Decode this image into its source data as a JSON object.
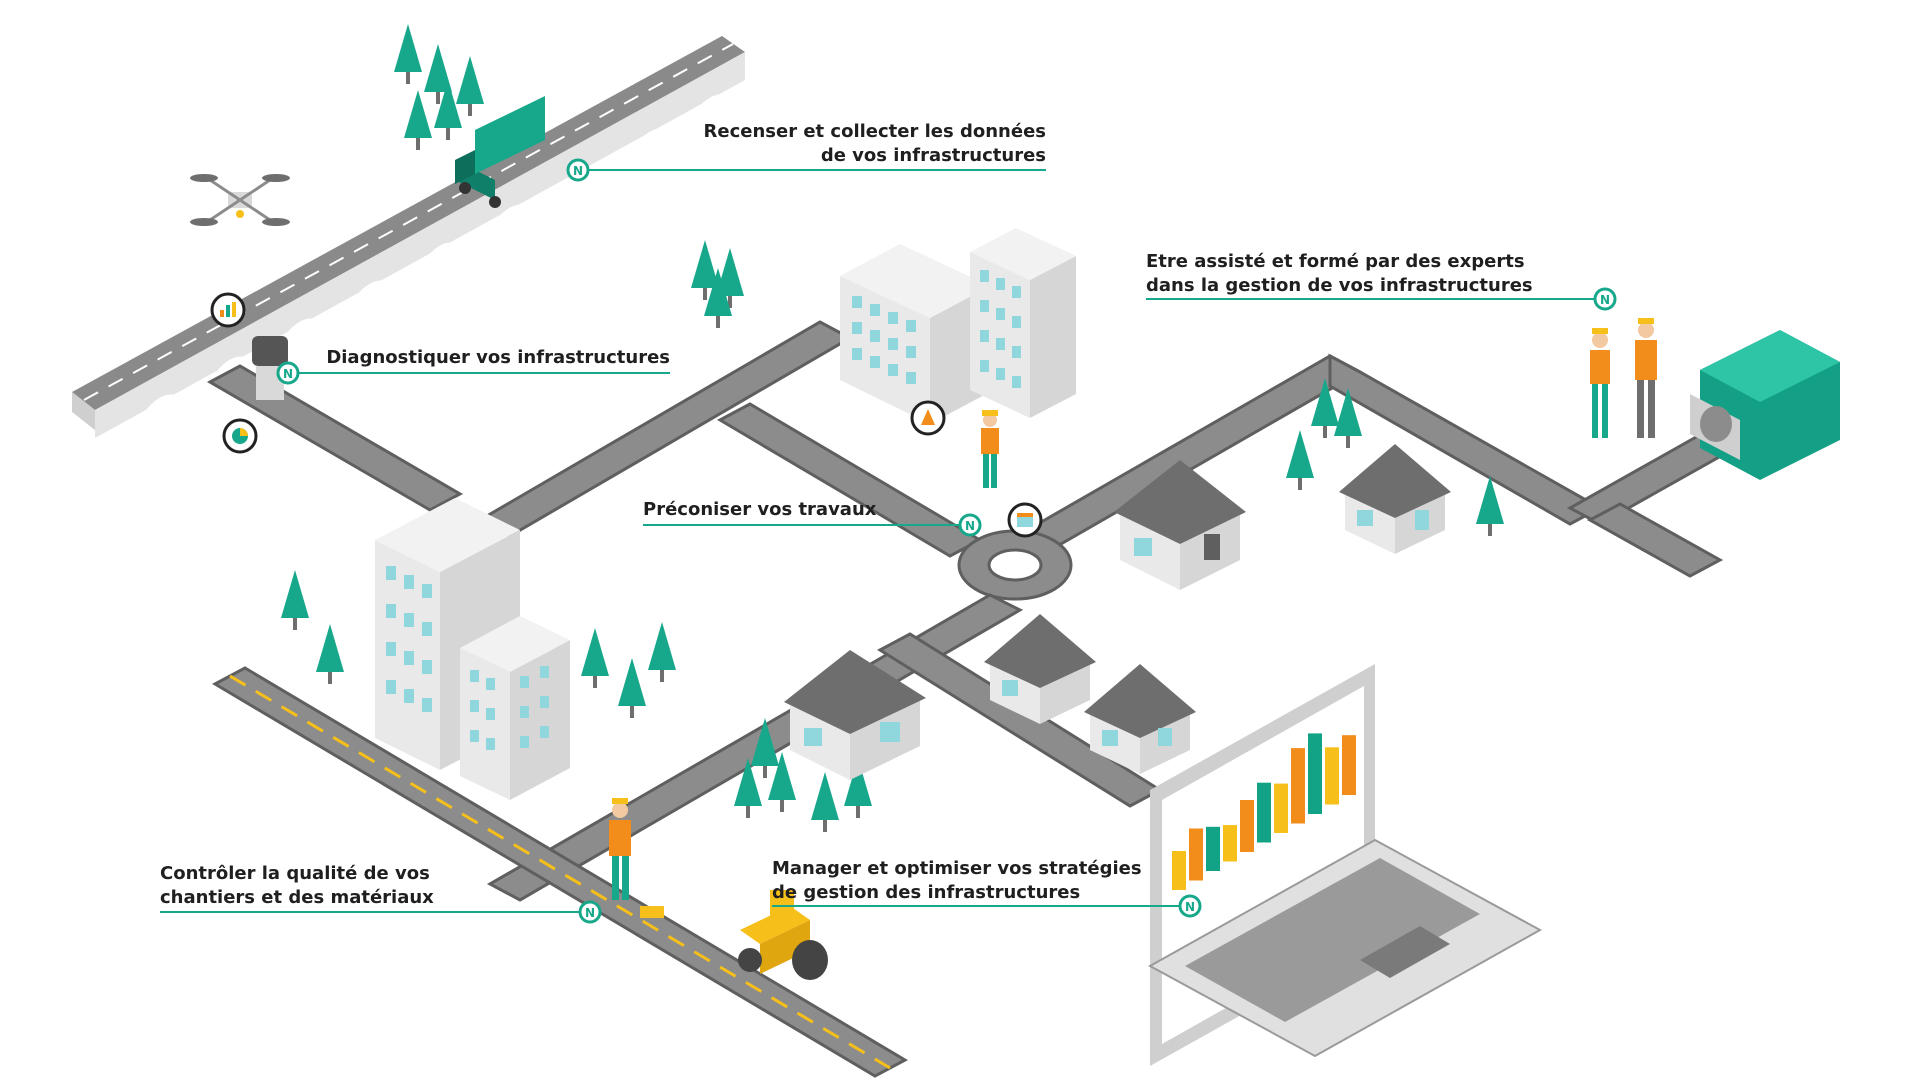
{
  "colors": {
    "accent": "#17a88b",
    "road": "#8c8c8c",
    "road_edge": "#5f5f5f",
    "building": "#e2e2e2",
    "window": "#8fd6dd",
    "tree": "#17a88b",
    "orange": "#f28c1a",
    "yellow": "#f6bf1a",
    "screen_green": "#12a386"
  },
  "callouts": {
    "collect": {
      "line1": "Recenser et collecter les données",
      "line2": "de vos infrastructures"
    },
    "diagnose": {
      "line1": "Diagnostiquer vos infrastructures"
    },
    "recommend": {
      "line1": "Préconiser vos travaux"
    },
    "experts": {
      "line1": "Etre assisté et formé par des experts",
      "line2": "dans la gestion de vos infrastructures"
    },
    "quality": {
      "line1": "Contrôler la qualité de vos",
      "line2": "chantiers et des matériaux"
    },
    "manage": {
      "line1": "Manager et optimiser vos stratégies",
      "line2": "de gestion des infrastructures"
    }
  },
  "marker": {
    "letter": "N"
  },
  "laptop_chart": {
    "values": [
      30,
      40,
      34,
      28,
      40,
      46,
      38,
      58,
      62,
      44,
      46
    ]
  }
}
